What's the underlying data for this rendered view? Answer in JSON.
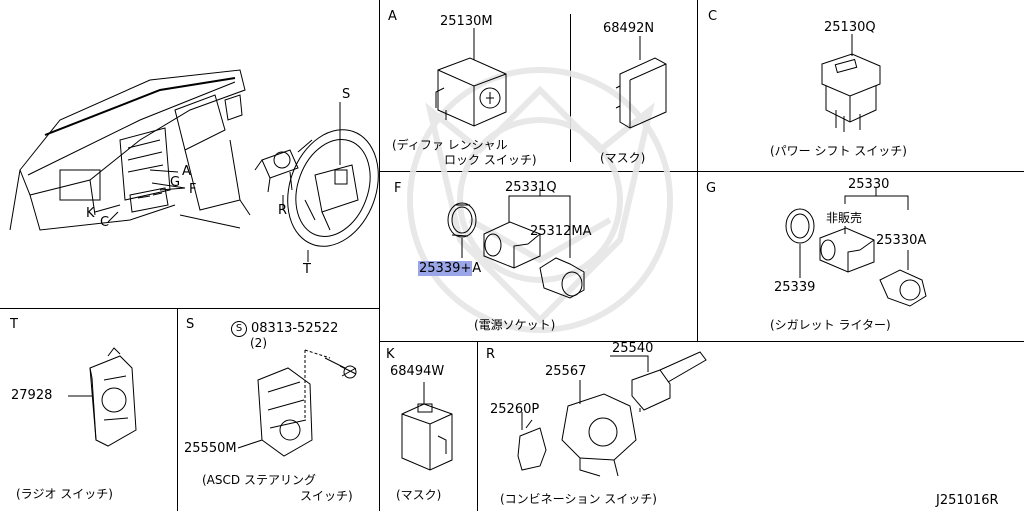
{
  "watermark": "crest-watermark",
  "overview": {
    "callouts": [
      "S",
      "A",
      "G",
      "F",
      "K",
      "C",
      "R",
      "T"
    ]
  },
  "section_A": {
    "letter": "A",
    "part1": "25130M",
    "part2": "68492N",
    "caption1_line1": "(ディファ レンシャル",
    "caption1_line2": "ロック スイッチ)",
    "caption2": "(マスク)"
  },
  "section_C": {
    "letter": "C",
    "part": "25130Q",
    "caption": "(パワー シフト スイッチ)"
  },
  "section_F": {
    "letter": "F",
    "part1": "25331Q",
    "part2": "25312MA",
    "part3_highlight": "25339+",
    "part3_suffix": "A",
    "caption": "(電源ソケット)"
  },
  "section_G": {
    "letter": "G",
    "part1": "25330",
    "note": "非販売",
    "part2": "25330A",
    "part3": "25339",
    "caption": "(シガレット ライター)"
  },
  "section_T": {
    "letter": "T",
    "part": "27928",
    "caption": "(ラジオ  スイッチ)"
  },
  "section_S": {
    "letter": "S",
    "screw_symbol": "S",
    "screw_part": "08313-52522",
    "screw_qty": "(2)",
    "part": "25550M",
    "caption_line1": "(ASCD ステアリング",
    "caption_line2": "スイッチ)"
  },
  "section_K": {
    "letter": "K",
    "part": "68494W",
    "caption": "(マスク)"
  },
  "section_R": {
    "letter": "R",
    "part1": "25540",
    "part2": "25567",
    "part3": "25260P",
    "caption": "(コンビネーション スイッチ)"
  },
  "diagram_code": "J251016R"
}
